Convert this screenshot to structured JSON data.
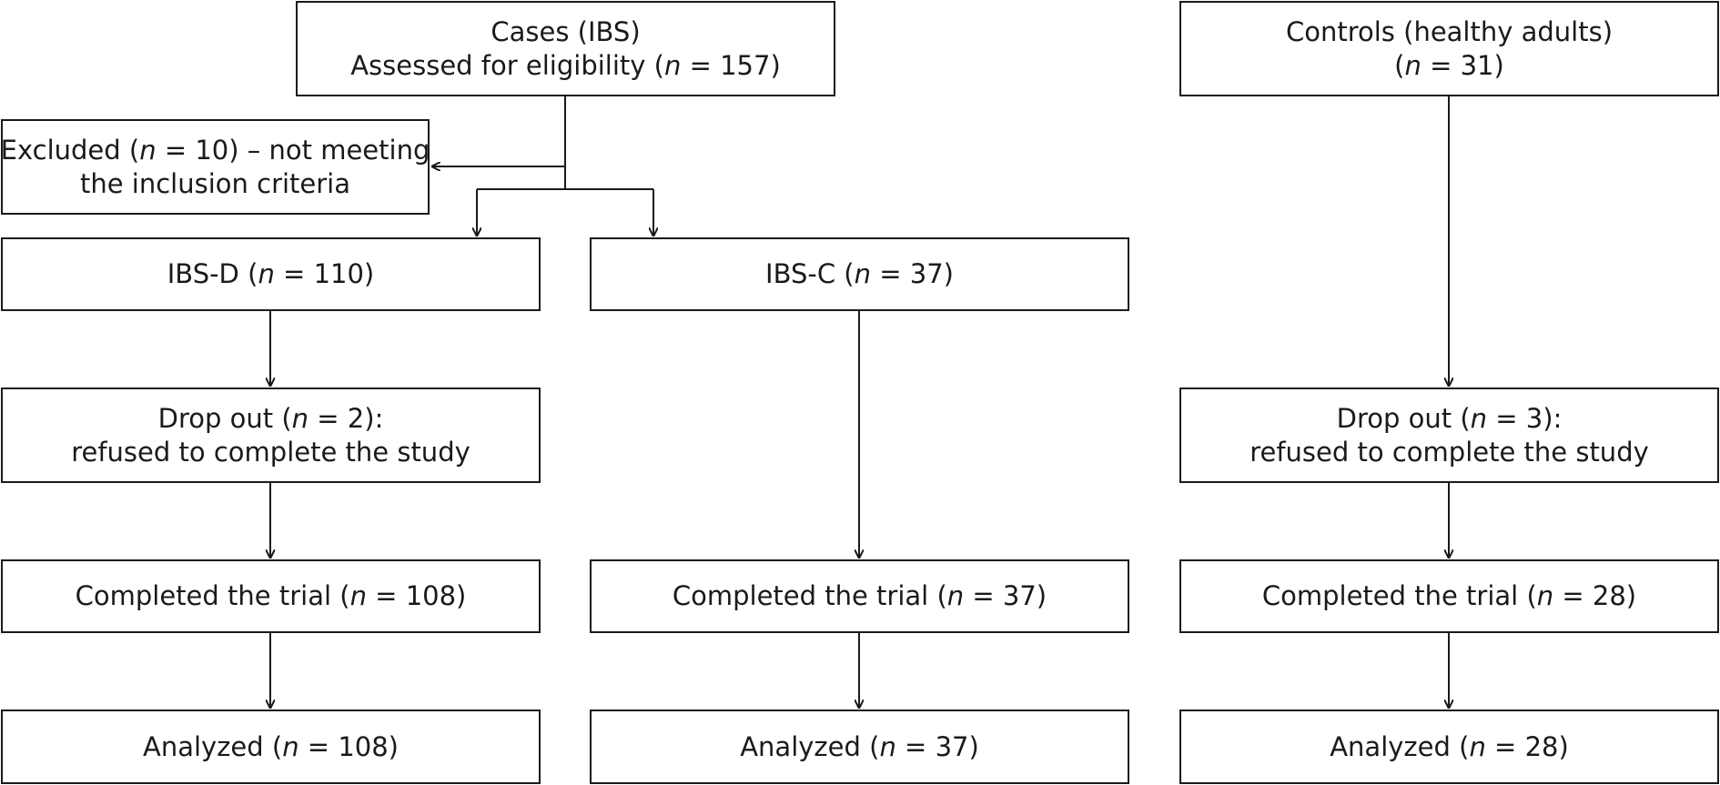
{
  "cases": {
    "line1": "Cases (IBS)",
    "line2_pre": "Assessed for eligibility (",
    "n_label": "n",
    "line2_post": " = 157)"
  },
  "controls": {
    "line1": "Controls (healthy adults)",
    "line2_pre": "(",
    "n_label": "n",
    "line2_post": " = 31)"
  },
  "excluded": {
    "line1_pre": "Excluded (",
    "n_label": "n",
    "line1_post": " = 10) – not meeting",
    "line2": "the inclusion criteria"
  },
  "ibs_d": {
    "pre": "IBS-D (",
    "n_label": "n",
    "post": " = 110)"
  },
  "ibs_c": {
    "pre": "IBS-C (",
    "n_label": "n",
    "post": " = 37)"
  },
  "dropout_ibs_d": {
    "line1_pre": "Drop out (",
    "n_label": "n",
    "line1_post": " = 2):",
    "line2": "refused to complete the study"
  },
  "dropout_controls": {
    "line1_pre": "Drop out (",
    "n_label": "n",
    "line1_post": " = 3):",
    "line2": "refused to complete the study"
  },
  "completed_ibs_d": {
    "pre": "Completed the trial (",
    "n_label": "n",
    "post": " = 108)"
  },
  "completed_ibs_c": {
    "pre": "Completed the trial (",
    "n_label": "n",
    "post": " = 37)"
  },
  "completed_controls": {
    "pre": "Completed the trial (",
    "n_label": "n",
    "post": " = 28)"
  },
  "analyzed_ibs_d": {
    "pre": "Analyzed (",
    "n_label": "n",
    "post": " = 108)"
  },
  "analyzed_ibs_c": {
    "pre": "Analyzed (",
    "n_label": "n",
    "post": " = 37)"
  },
  "analyzed_controls": {
    "pre": "Analyzed (",
    "n_label": "n",
    "post": " = 28)"
  },
  "colors": {
    "line": "#1a1a1a",
    "background": "#ffffff"
  }
}
